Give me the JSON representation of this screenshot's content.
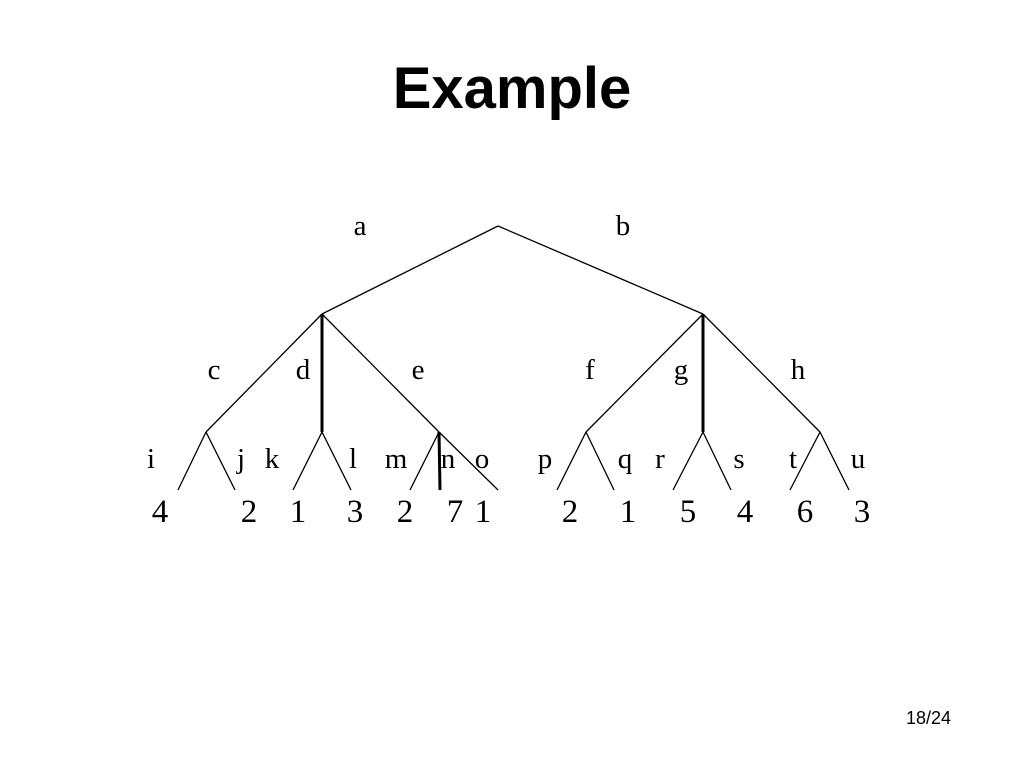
{
  "slide": {
    "title": "Example",
    "page_number": "18/24"
  },
  "tree": {
    "edges": [
      {
        "id": "a",
        "label": "a",
        "children": [
          {
            "id": "c",
            "label": "c",
            "children": [
              {
                "id": "i",
                "label": "i",
                "value": "4"
              },
              {
                "id": "j",
                "label": "j",
                "value": "2"
              }
            ]
          },
          {
            "id": "d",
            "label": "d",
            "children": [
              {
                "id": "k",
                "label": "k",
                "value": "1"
              },
              {
                "id": "l",
                "label": "l",
                "value": "3"
              }
            ]
          },
          {
            "id": "e",
            "label": "e",
            "children": [
              {
                "id": "m",
                "label": "m",
                "value": "2"
              },
              {
                "id": "n",
                "label": "n",
                "value": "7"
              },
              {
                "id": "o",
                "label": "o",
                "value": "1"
              }
            ]
          }
        ]
      },
      {
        "id": "b",
        "label": "b",
        "children": [
          {
            "id": "f",
            "label": "f",
            "children": [
              {
                "id": "p",
                "label": "p",
                "value": "2"
              },
              {
                "id": "q",
                "label": "q",
                "value": "1"
              }
            ]
          },
          {
            "id": "g",
            "label": "g",
            "children": [
              {
                "id": "r",
                "label": "r",
                "value": "5"
              },
              {
                "id": "s",
                "label": "s",
                "value": "4"
              }
            ]
          },
          {
            "id": "h",
            "label": "h",
            "children": [
              {
                "id": "t",
                "label": "t",
                "value": "6"
              },
              {
                "id": "u",
                "label": "u",
                "value": "3"
              }
            ]
          }
        ]
      }
    ]
  }
}
